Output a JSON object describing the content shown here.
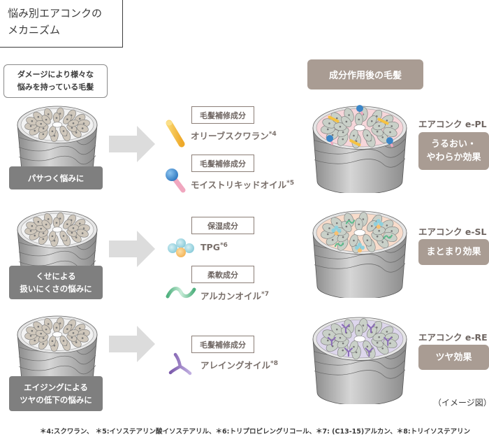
{
  "title": {
    "line1": "悩み別エアコンクの",
    "line2": "メカニズム"
  },
  "start_label": {
    "line1": "ダメージにより様々な",
    "line2": "悩みを持っている毛髪"
  },
  "after_label": "成分作用後の毛髪",
  "rows": [
    {
      "concern": {
        "line1": "パサつく悩みに",
        "line2": ""
      },
      "ingredients": [
        {
          "tag": "毛髪補修成分",
          "name": "オリーブスクワラン",
          "note": "*4",
          "icon": "squalane-rod-icon"
        },
        {
          "tag": "毛髪補修成分",
          "name": "モイストリキッドオイル",
          "note": "*5",
          "icon": "liquid-oil-molecule-icon"
        }
      ],
      "product": "エアコンク e-PL",
      "effect": {
        "line1": "うるおい・",
        "line2": "やわらか効果"
      }
    },
    {
      "concern": {
        "line1": "くせによる",
        "line2": "扱いにくさの悩みに"
      },
      "ingredients": [
        {
          "tag": "保湿成分",
          "name": "TPG",
          "note": "*6",
          "icon": "tpg-molecule-icon"
        },
        {
          "tag": "柔軟成分",
          "name": "アルカンオイル",
          "note": "*7",
          "icon": "alkane-wave-icon"
        }
      ],
      "product": "エアコンク e-SL",
      "effect": {
        "line1": "まとまり効果",
        "line2": ""
      }
    },
    {
      "concern": {
        "line1": "エイジングによる",
        "line2": "ツヤの低下の悩みに"
      },
      "ingredients": [
        {
          "tag": "毛髪補修成分",
          "name": "アレイングオイル",
          "note": "*8",
          "icon": "arraying-oil-icon"
        }
      ],
      "product": "エアコンク e-RE",
      "effect": {
        "line1": "ツヤ効果",
        "line2": ""
      }
    }
  ],
  "image_note": "（イメージ図）",
  "footnote": "＊4:スクワラン、 ＊5:イソステアリン酸イソステアリル、＊6:トリプロピレングリコール、＊7: (C13-15)アルカン、＊8:トリイソステアリン",
  "colors": {
    "badge_brown": "#a99c93",
    "concern_gray": "#7f7f7f",
    "arrow_gray": "#dcdcdc",
    "tag_border": "#8b7e77",
    "squalane_yellow": "#f5c242",
    "oil_blue": "#3b86c8",
    "oil_pink": "#f0a7bf",
    "tpg_cyan": "#8fd0dd",
    "tpg_orange": "#f7c070",
    "alkane_green": "#5dbb8c",
    "arraying_purple": "#8a6bb8"
  }
}
